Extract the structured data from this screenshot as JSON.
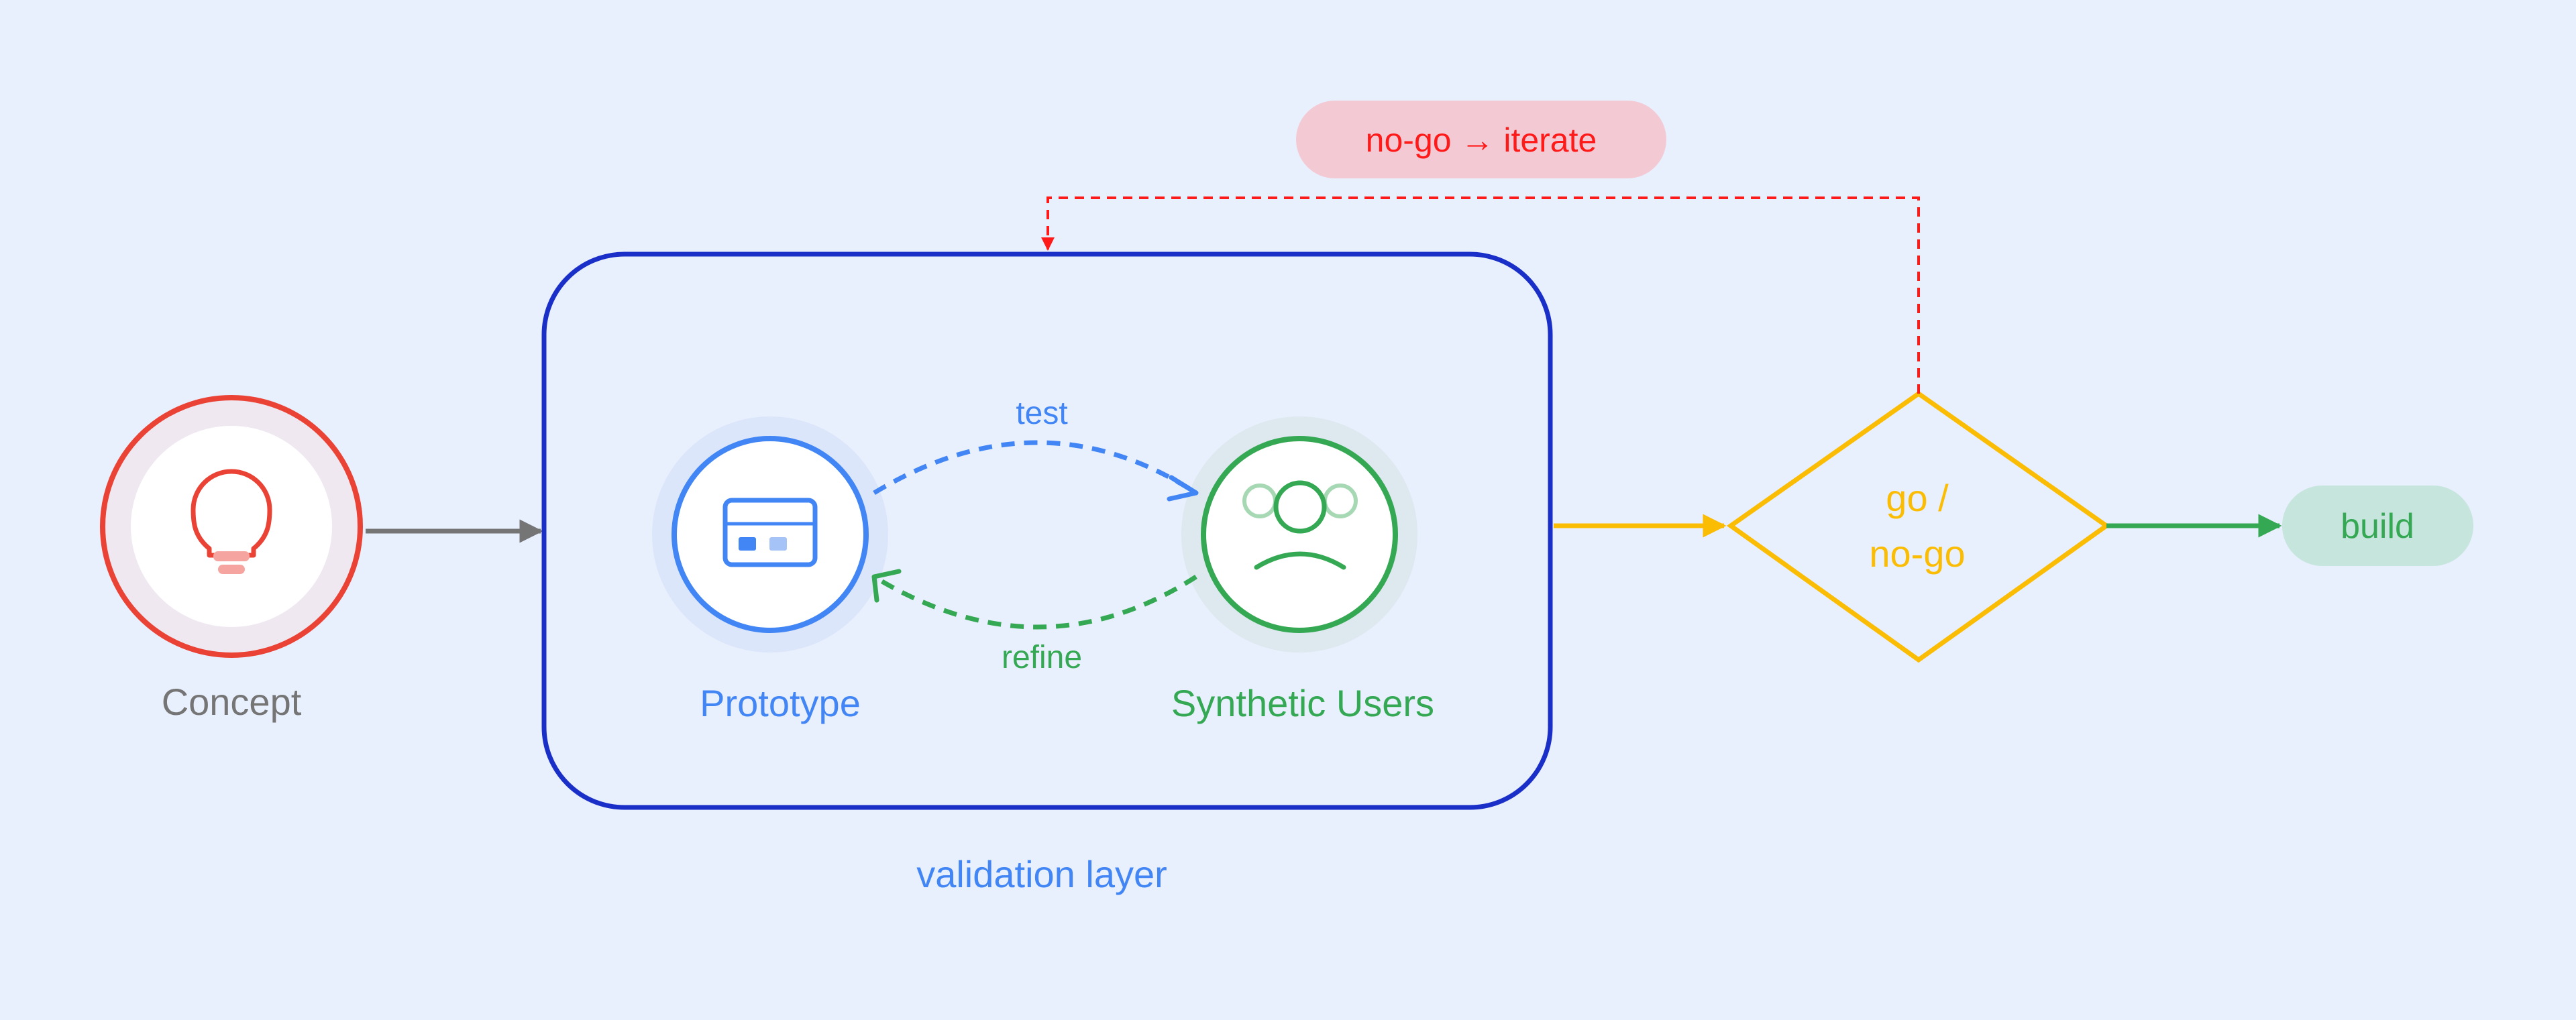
{
  "nodes": {
    "concept": {
      "label": "Concept",
      "icon": "lightbulb-icon"
    },
    "prototype": {
      "label": "Prototype",
      "icon": "card-icon"
    },
    "synthetic_users": {
      "label": "Synthetic Users",
      "icon": "user-face-icon"
    },
    "decision": {
      "line1": "go /",
      "line2": "no-go"
    },
    "build": {
      "label": "build"
    },
    "validation_layer": {
      "label": "validation layer"
    }
  },
  "edges": {
    "test": "test",
    "refine": "refine",
    "iterate": "no-go → iterate"
  },
  "colors": {
    "background": "#e8effd",
    "red": "#ea4335",
    "blue": "#4285f4",
    "green": "#34a853",
    "yellow": "#fbbc04",
    "grey": "#757575",
    "navy": "#1a2fc8"
  }
}
